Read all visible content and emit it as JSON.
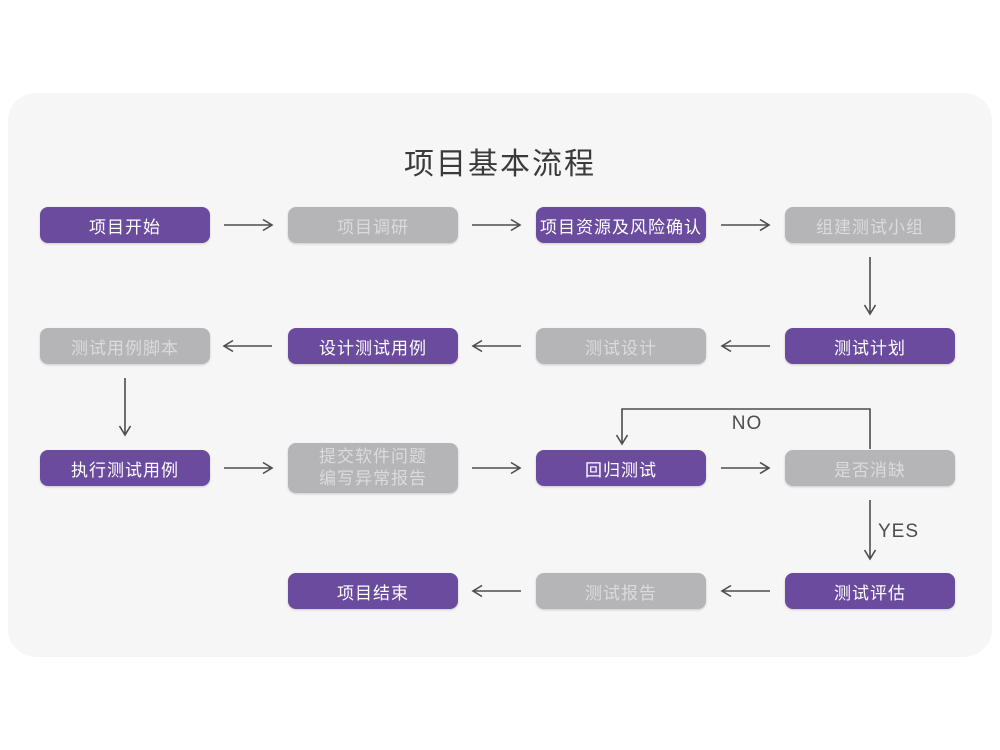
{
  "page": {
    "title": "项目基本流程"
  },
  "colors": {
    "purple": "#6B4B9E",
    "gray": "#B5B5B8",
    "arrow": "#4D4D4D",
    "card_bg": "#F6F6F7"
  },
  "flow": {
    "labels": {
      "no": "NO",
      "yes": "YES"
    },
    "nodes": [
      {
        "id": "project-start",
        "label": "项目开始",
        "variant": "purple"
      },
      {
        "id": "project-research",
        "label": "项目调研",
        "variant": "gray"
      },
      {
        "id": "resources-risk-confirm",
        "label": "项目资源及风险确认",
        "variant": "purple"
      },
      {
        "id": "build-test-team",
        "label": "组建测试小组",
        "variant": "gray"
      },
      {
        "id": "test-plan",
        "label": "测试计划",
        "variant": "purple"
      },
      {
        "id": "test-design",
        "label": "测试设计",
        "variant": "gray"
      },
      {
        "id": "design-test-cases",
        "label": "设计测试用例",
        "variant": "purple"
      },
      {
        "id": "test-case-scripts",
        "label": "测试用例脚本",
        "variant": "gray"
      },
      {
        "id": "execute-test-cases",
        "label": "执行测试用例",
        "variant": "purple"
      },
      {
        "id": "submit-issues-report",
        "label": "提交软件问题\n编写异常报告",
        "variant": "gray"
      },
      {
        "id": "regression-test",
        "label": "回归测试",
        "variant": "purple"
      },
      {
        "id": "defect-cleared",
        "label": "是否消缺",
        "variant": "gray"
      },
      {
        "id": "test-evaluation",
        "label": "测试评估",
        "variant": "purple"
      },
      {
        "id": "test-report",
        "label": "测试报告",
        "variant": "gray"
      },
      {
        "id": "project-end",
        "label": "项目结束",
        "variant": "purple"
      }
    ]
  }
}
